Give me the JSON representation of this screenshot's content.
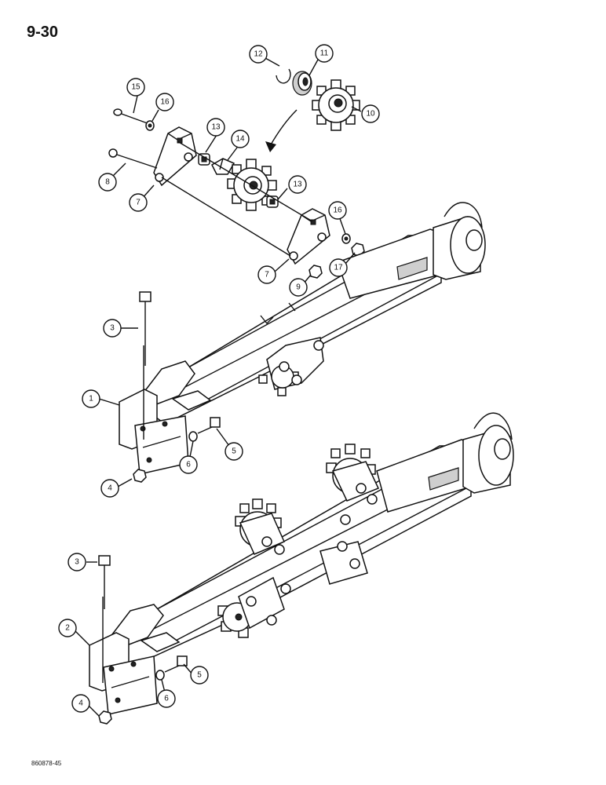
{
  "page": {
    "number": "9-30",
    "doc_code": "860878-45"
  },
  "callouts": {
    "c1": "1",
    "c2": "2",
    "c3a": "3",
    "c3b": "3",
    "c4a": "4",
    "c4b": "4",
    "c5a": "5",
    "c5b": "5",
    "c6a": "6",
    "c6b": "6",
    "c7a": "7",
    "c7b": "7",
    "c8": "8",
    "c9": "9",
    "c10": "10",
    "c11": "11",
    "c12": "12",
    "c13a": "13",
    "c13b": "13",
    "c14": "14",
    "c15": "15",
    "c16a": "16",
    "c16b": "16",
    "c17": "17"
  }
}
